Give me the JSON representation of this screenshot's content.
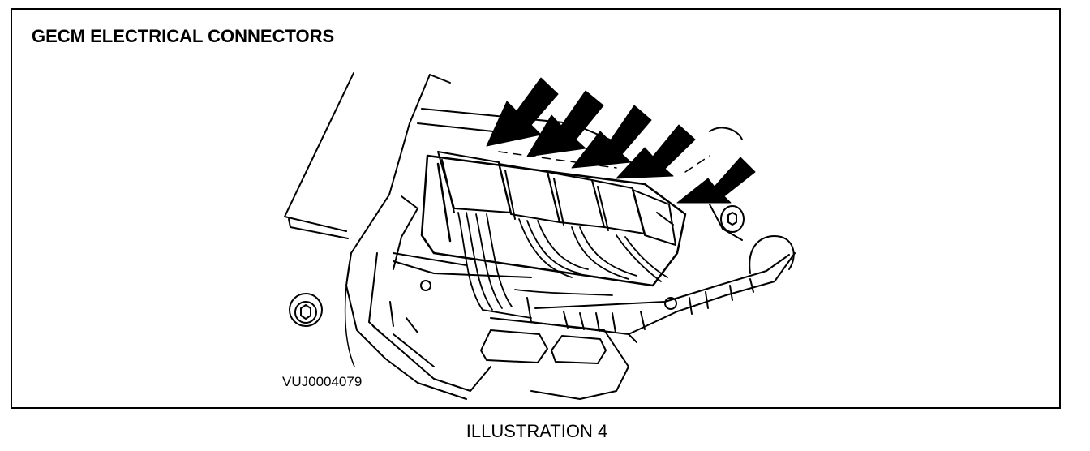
{
  "diagram": {
    "title": "GECM ELECTRICAL CONNECTORS",
    "reference_code": "VUJ0004079",
    "caption": "ILLUSTRATION 4",
    "parts": {
      "connector_count": 5,
      "arrow_count": 5
    },
    "colors": {
      "ink": "#000000",
      "paper": "#ffffff"
    }
  }
}
